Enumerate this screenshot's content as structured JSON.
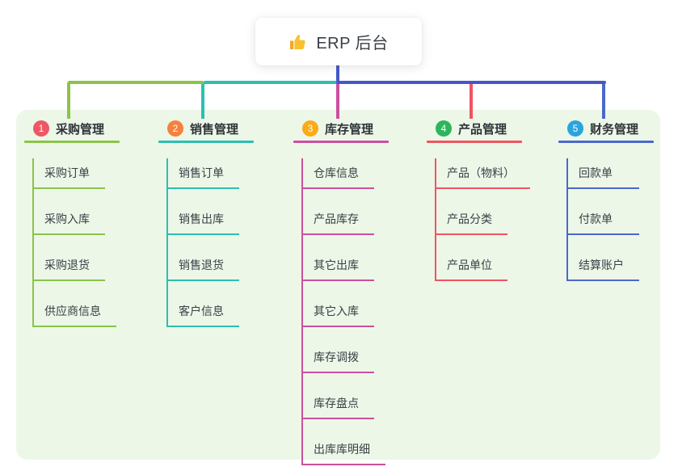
{
  "root": {
    "icon": "thumbs-up",
    "label": "ERP 后台"
  },
  "panel": {
    "background": "#ecf7e8"
  },
  "connectors": {
    "stem_color": "#4457c9"
  },
  "branches": [
    {
      "number": "1",
      "label": "采购管理",
      "color": "#8bc34a",
      "badge_color": "#ee5766",
      "items": [
        "采购订单",
        "采购入库",
        "采购退货",
        "供应商信息"
      ]
    },
    {
      "number": "2",
      "label": "销售管理",
      "color": "#2cbfb0",
      "badge_color": "#f5813e",
      "items": [
        "销售订单",
        "销售出库",
        "销售退货",
        "客户信息"
      ]
    },
    {
      "number": "3",
      "label": "库存管理",
      "color": "#cc4f9f",
      "badge_color": "#f9ab18",
      "items": [
        "仓库信息",
        "产品库存",
        "其它出库",
        "其它入库",
        "库存调拨",
        "库存盘点",
        "出库库明细"
      ]
    },
    {
      "number": "4",
      "label": "产品管理",
      "color": "#f0545f",
      "badge_color": "#2db55d",
      "items": [
        "产品（物料）",
        "产品分类",
        "产品单位"
      ]
    },
    {
      "number": "5",
      "label": "财务管理",
      "color": "#4b68cc",
      "badge_color": "#2ba3dc",
      "items": [
        "回款单",
        "付款单",
        "结算账户"
      ]
    }
  ]
}
